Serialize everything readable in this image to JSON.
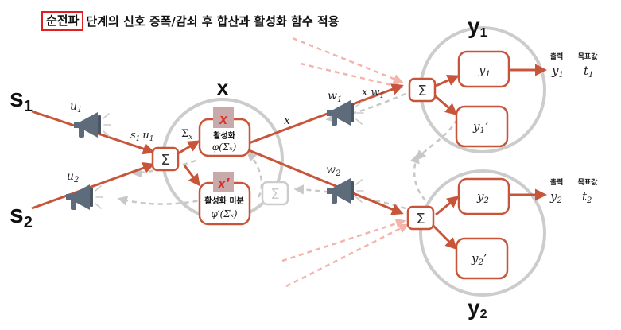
{
  "title": {
    "highlight": "순전파",
    "rest": "단계의 신호 증폭/감쇠 후 합산과 활성화 함수 적용"
  },
  "inputs": {
    "s1": {
      "main": "s",
      "sub": "1"
    },
    "s2": {
      "main": "s",
      "sub": "2"
    }
  },
  "weights": {
    "u1": {
      "main": "u",
      "sub": "1"
    },
    "u2": {
      "main": "u",
      "sub": "2"
    },
    "w1": {
      "main": "w",
      "sub": "1"
    },
    "w2": {
      "main": "w",
      "sub": "2"
    }
  },
  "edge_labels": {
    "s1u1": {
      "a": "s",
      "as": "1",
      "b": "u",
      "bs": "1"
    },
    "sigma_x": {
      "main": "Σ",
      "sub": "x"
    },
    "x": "x",
    "xw1": {
      "a": "x",
      "b": "w",
      "bs": "1"
    }
  },
  "hidden": {
    "label": "x",
    "x_glyph": "x",
    "x_prime_glyph": "x′",
    "activation_label": "활성화",
    "activation_formula": "φ(Σₓ)",
    "derivative_label": "활성화 미분",
    "derivative_formula": "φ′(Σₓ)"
  },
  "sum_symbol": "Σ",
  "outputs": {
    "y1": {
      "label": {
        "main": "y",
        "sub": "1"
      },
      "node": {
        "main": "y",
        "sub": "1"
      },
      "deriv": {
        "main": "y",
        "sub": "1",
        "prime": "’"
      },
      "output_header": "출력",
      "target_header": "목표값",
      "output_value": {
        "main": "y",
        "sub": "1"
      },
      "target_value": {
        "main": "t",
        "sub": "1"
      }
    },
    "y2": {
      "label": {
        "main": "y",
        "sub": "2"
      },
      "node": {
        "main": "y",
        "sub": "2"
      },
      "deriv": {
        "main": "y",
        "sub": "2",
        "prime": "’"
      },
      "output_header": "출력",
      "target_header": "목표값",
      "output_value": {
        "main": "y",
        "sub": "2"
      },
      "target_value": {
        "main": "t",
        "sub": "2"
      }
    }
  },
  "colors": {
    "arrow": "#c8553a",
    "node_border": "#c8553a",
    "circle": "#cccccc",
    "megaphone": "#5d6b7b",
    "dashed_gray": "#c8c8c8",
    "dashed_pink": "#f2b4ab",
    "x_box": "#c9aaaa",
    "title_box_border": "#e02020"
  }
}
